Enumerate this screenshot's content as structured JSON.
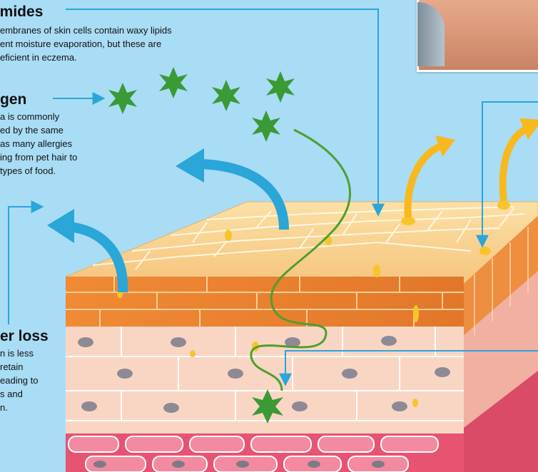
{
  "labels": {
    "ceramides": {
      "title": "amides",
      "lines": [
        "embranes of skin cells contain waxy lipids",
        "ent moisture evaporation, but these are",
        "eficient in eczema."
      ]
    },
    "allergen": {
      "title": "gen",
      "lines": [
        "a is commonly",
        "ed by the same",
        "as many allergies",
        "ing from pet hair to",
        " types of food."
      ]
    },
    "water_loss": {
      "title": "er loss",
      "lines": [
        "n is less",
        "retain",
        "eading to",
        "s and",
        "n."
      ]
    }
  },
  "colors": {
    "background": "#a9dcf5",
    "arrow_blue": "#2aa6d8",
    "moisture_yellow": "#f7b91e",
    "allergen_green": "#3a9a35",
    "pathway_green": "#4f9e2e",
    "skin_top": "#f9d190",
    "skin_orange": "#f3a04f",
    "skin_pink": "#f9d6c4",
    "skin_red": "#e65472"
  },
  "icons": {
    "allergen_particle": "allergen-star-icon",
    "moisture_drop": "water-droplet-icon"
  }
}
